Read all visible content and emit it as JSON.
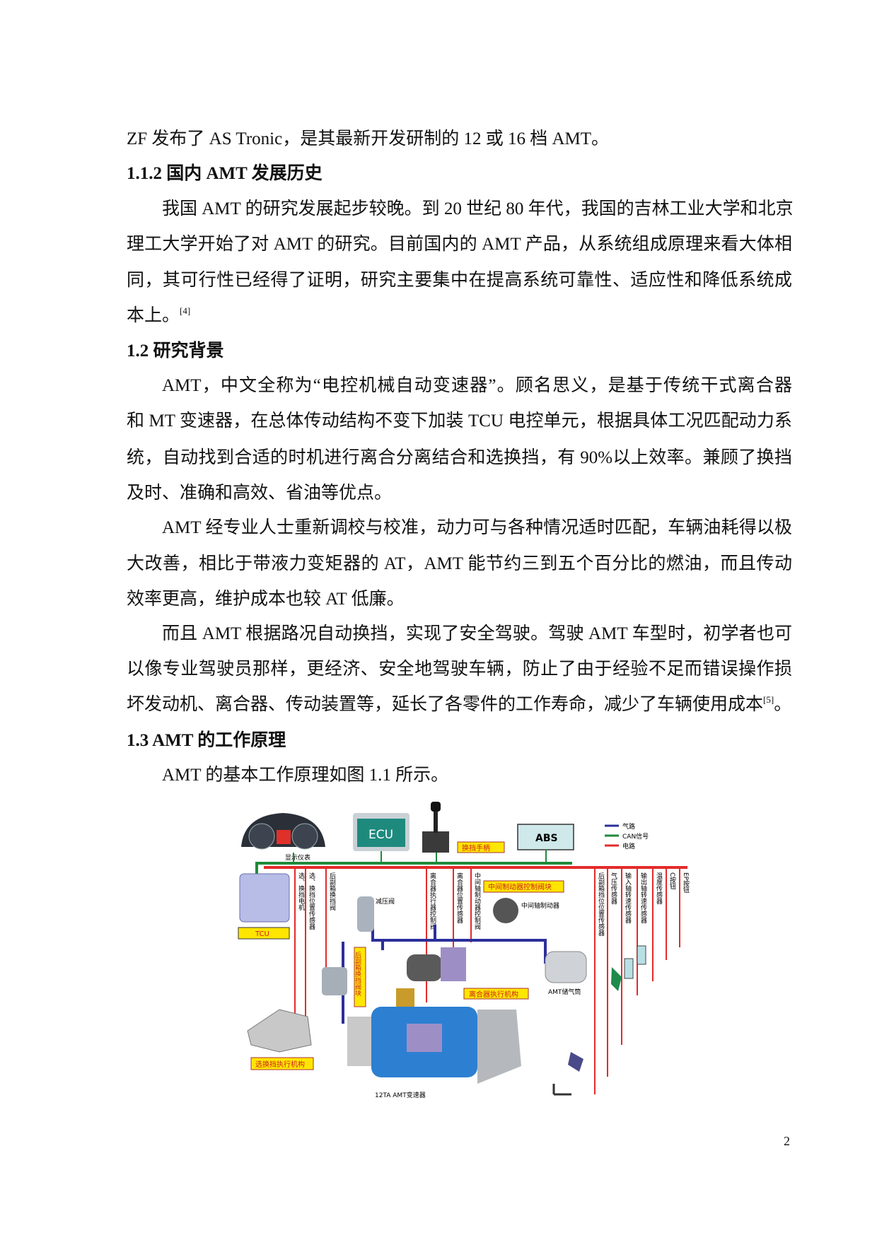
{
  "paragraph_lines": [
    {
      "text": "ZF 发布了 AS Tronic，是其最新开发研制的 12 或 16 档 AMT。"
    },
    {
      "text": "1.1.2 国内 AMT 发展历史"
    },
    {
      "text": "我国 AMT 的研究发展起步较晚。到 20 世纪 80 年代，我国的吉林工业大学和北京"
    },
    {
      "text": "理工大学开始了对 AMT 的研究。目前国内的 AMT 产品，从系统组成原理来看大体相"
    },
    {
      "text": "同，其可行性已经得了证明，研究主要集中在提高系统可靠性、适应性和降低系统成"
    },
    {
      "text": "本上。",
      "ref": "[4]"
    },
    {
      "text": "1.2 研究背景"
    },
    {
      "text": "AMT，中文全称为“电控机械自动变速器”。顾名思义，是基于传统干式离合器"
    },
    {
      "text": "和 MT 变速器，在总体传动结构不变下加装 TCU 电控单元，根据具体工况匹配动力系"
    },
    {
      "text": "统，自动找到合适的时机进行离合分离结合和选换挡，有 90%以上效率。兼顾了换挡"
    },
    {
      "text": "及时、准确和高效、省油等优点。"
    },
    {
      "text": "AMT 经专业人士重新调校与校准，动力可与各种情况适时匹配，车辆油耗得以极"
    },
    {
      "text": "大改善，相比于带液力变矩器的 AT，AMT 能节约三到五个百分比的燃油，而且传动"
    },
    {
      "text": "效率更高，维护成本也较 AT 低廉。"
    },
    {
      "text": "而且 AMT 根据路况自动换挡，实现了安全驾驶。驾驶 AMT 车型时，初学者也可"
    },
    {
      "text": "以像专业驾驶员那样，更经济、安全地驾驶车辆，防止了由于经验不足而错误操作损"
    },
    {
      "text": "坏发动机、离合器、传动装置等，延长了各零件的工作寿命，减少了车辆使用成本",
      "ref": "[5]",
      "tail": "。"
    },
    {
      "text": "1.3 AMT 的工作原理"
    },
    {
      "text": "AMT 的基本工作原理如图 1.1 所示。"
    }
  ],
  "figure": {
    "labels": {
      "dashboard": "显示仪表",
      "ecu": "ECU",
      "shifter": "换挡手柄",
      "abs": "ABS",
      "tcu": "TCU",
      "reducer_valve": "减压阀",
      "mid_brake_valve_block": "中间制动器控制阀块",
      "mid_shaft_brake": "中间轴制动器",
      "clutch_actuator": "离合器执行机构",
      "air_tank": "AMT储气筒",
      "shift_actuator": "选换挡执行机构",
      "transmission": "12TA AMT变速器",
      "rear_valve_block": "后副箱换挡阀块"
    },
    "legend": [
      {
        "label": "气路",
        "color": "#2b2f9a"
      },
      {
        "label": "CAN信号",
        "color": "#1f8a3a"
      },
      {
        "label": "电路",
        "color": "#e32b2b"
      }
    ],
    "vertical_labels": [
      "选、换挡电机",
      "选、换挡位置传感器",
      "后副箱换挡阀",
      "离合器执行器控制阀",
      "离合器位置传感器",
      "中间轴制动器控制阀",
      "后副箱挡位位置传感器",
      "气压传感器",
      "输入轴转速传感器",
      "输出轴转速传感器",
      "温度传感器",
      "C按钮",
      "EP按钮"
    ]
  },
  "page_number": "2"
}
